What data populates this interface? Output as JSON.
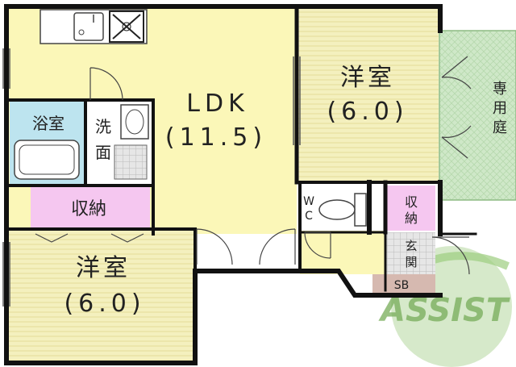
{
  "rooms": {
    "ldk": {
      "label": "LDK",
      "size": "(11.5)"
    },
    "western_room_east": {
      "label": "洋室",
      "size": "(6.0)"
    },
    "western_room_west": {
      "label": "洋室",
      "size": "(6.0)"
    },
    "bath": {
      "label": "浴室"
    },
    "washroom": {
      "label_1": "洗",
      "label_2": "面"
    },
    "storage_main": {
      "label": "収納"
    },
    "storage_small": {
      "label_1": "収",
      "label_2": "納"
    },
    "toilet": {
      "label_1": "W",
      "label_2": "C"
    },
    "entrance": {
      "label_1": "玄",
      "label_2": "関"
    },
    "shoe_box": {
      "label": "SB"
    },
    "private_garden": {
      "label_1": "専",
      "label_2": "用",
      "label_3": "庭"
    }
  },
  "watermark": {
    "text": "ASSIST"
  },
  "colors": {
    "ldk_floor": "#fbf7b8",
    "western_floor": "#f4f0be",
    "bath": "#bde4ef",
    "storage": "#f5c7f0",
    "garden": "#cfe8c8",
    "entrance": "#d8d8d8",
    "wall": "#111111",
    "logo": "#a8d08d"
  },
  "icons": [
    "kitchen-sink-icon",
    "stove-icon",
    "toilet-icon",
    "bathtub-icon",
    "wash-basin-icon"
  ]
}
